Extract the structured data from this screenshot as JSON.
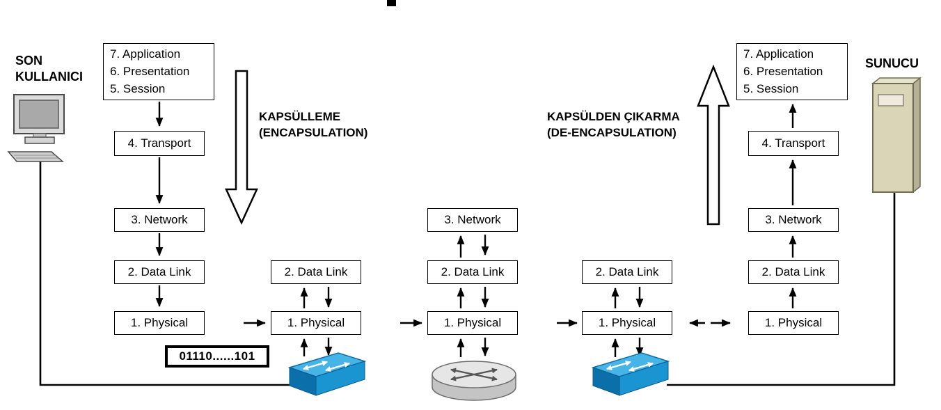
{
  "diagram": {
    "end_user": {
      "line1": "SON",
      "line2": "KULLANICI"
    },
    "server_label": "SUNUCU",
    "encapsulation": {
      "line1": "KAPSÜLLEME",
      "line2": "(ENCAPSULATION)"
    },
    "de_encapsulation": {
      "line1": "KAPSÜLDEN ÇIKARMA",
      "line2": "(DE-ENCAPSULATION)"
    },
    "bits": "01110......101"
  },
  "layers": {
    "application": "7. Application",
    "presentation": "6. Presentation",
    "session": "5. Session",
    "transport": "4. Transport",
    "network": "3. Network",
    "datalink": "2. Data Link",
    "physical": "1. Physical"
  },
  "icons": {
    "end_user": "desktop-computer-icon",
    "switch_left": "network-switch-icon",
    "router": "router-icon",
    "switch_right": "network-switch-icon",
    "server": "server-tower-icon"
  },
  "colors": {
    "line": "#000000",
    "switch_top": "#46b4e6",
    "switch_front": "#0b6fa9",
    "switch_side": "#1b94d2",
    "router_body": "#c4c4c4",
    "router_top": "#e6e6e6",
    "server_front": "#d9d5b6",
    "server_side": "#b5b196",
    "computer_gray": "#dcdcdc"
  }
}
